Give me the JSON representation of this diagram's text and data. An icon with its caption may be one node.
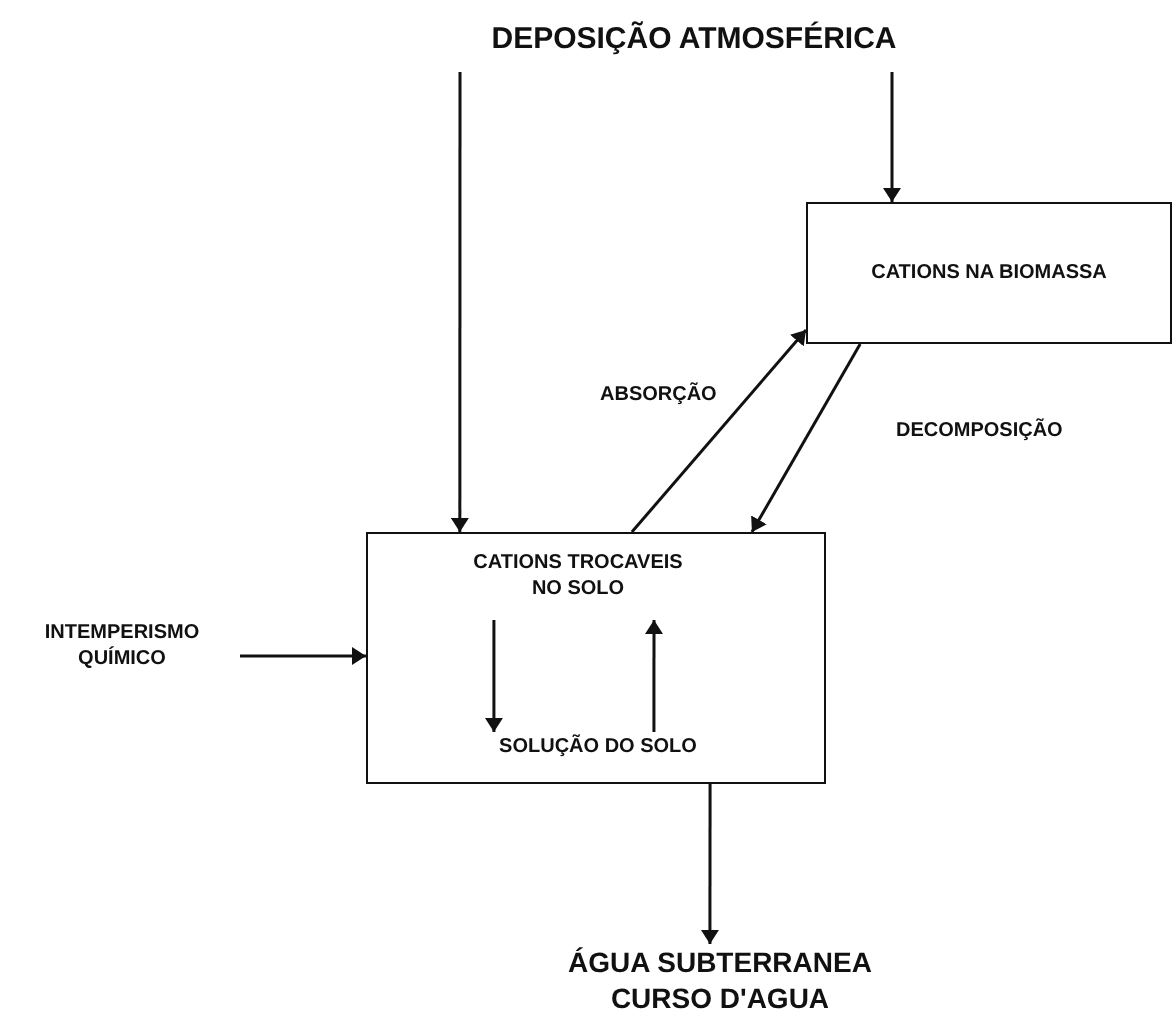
{
  "diagram": {
    "nodes": [
      {
        "text": [
          "DEPOSIÇÃO ATMOSFÉRICA"
        ]
      },
      {
        "text": [
          "CATIONS NA BIOMASSA"
        ]
      },
      {
        "text": [],
        "shape": "box"
      },
      {
        "text": [
          "CATIONS TROCAVEIS NO SOLO"
        ],
        "in": 2
      },
      {
        "text": [
          "SOLUÇÃO DO SOLO"
        ],
        "in": 2
      },
      {
        "text": [
          "INTEMPERISMO QUÍMICO"
        ]
      },
      {
        "text": [
          "ÁGUA SUBTERRANEA CURSO D'AGUA"
        ]
      }
    ],
    "edges": [
      {
        "from": 0,
        "to": 2,
        "arrow": "to"
      },
      {
        "from": 0,
        "to": 1,
        "arrow": "to"
      },
      {
        "from": 2,
        "to": 1,
        "arrow": "to",
        "label": "ABSORÇÃO"
      },
      {
        "from": 1,
        "to": 2,
        "arrow": "to",
        "label": "DECOMPOSIÇÃO"
      },
      {
        "from": 5,
        "to": 2,
        "arrow": "to"
      },
      {
        "from": 3,
        "to": 4,
        "arrow": "to"
      },
      {
        "from": 4,
        "to": 3,
        "arrow": "to"
      },
      {
        "from": 2,
        "to": 6,
        "arrow": "to"
      }
    ]
  }
}
